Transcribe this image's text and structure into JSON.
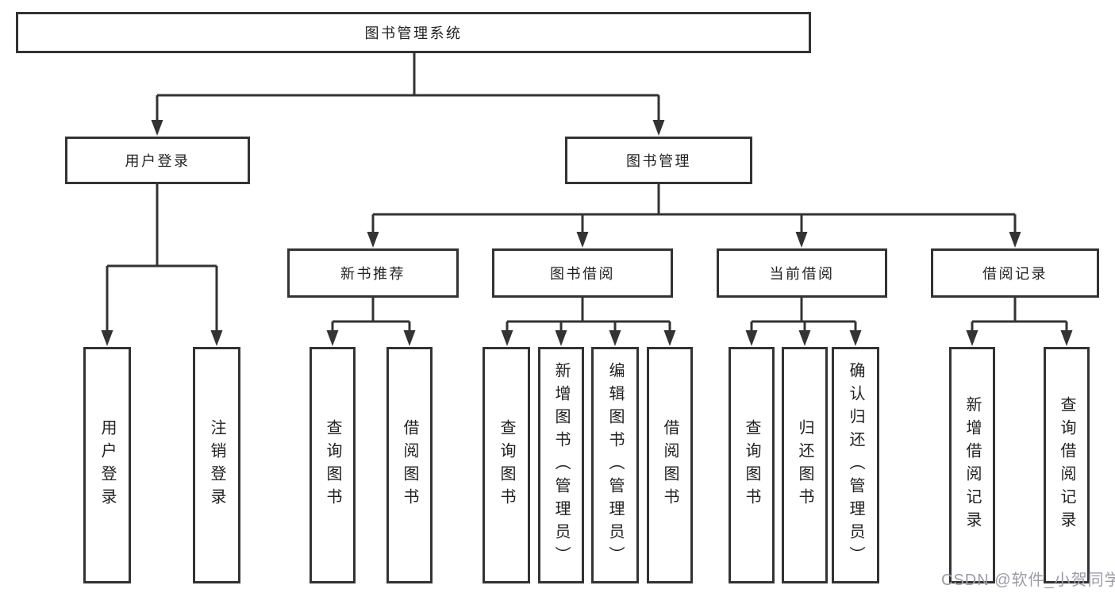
{
  "colors": {
    "line": "#333333",
    "box_border": "#333333",
    "box_background": "#ffffff",
    "text": "#222222",
    "watermark": "#9b9ca7",
    "page_background": "#ffffff"
  },
  "diagram": {
    "type": "tree",
    "root": {
      "label": "图书管理系统"
    },
    "branches": [
      {
        "label": "用户登录",
        "children": [
          {
            "label": "用户登录"
          },
          {
            "label": "注销登录"
          }
        ]
      },
      {
        "label": "图书管理",
        "children": [
          {
            "label": "新书推荐",
            "children": [
              {
                "label": "查询图书"
              },
              {
                "label": "借阅图书"
              }
            ]
          },
          {
            "label": "图书借阅",
            "children": [
              {
                "label": "查询图书"
              },
              {
                "label": "新增图书（管理员）"
              },
              {
                "label": "编辑图书（管理员）"
              },
              {
                "label": "借阅图书"
              }
            ]
          },
          {
            "label": "当前借阅",
            "children": [
              {
                "label": "查询图书"
              },
              {
                "label": "归还图书"
              },
              {
                "label": "确认归还（管理员）"
              }
            ]
          },
          {
            "label": "借阅记录",
            "children": [
              {
                "label": "新增借阅记录"
              },
              {
                "label": "查询借阅记录"
              }
            ]
          }
        ]
      }
    ]
  },
  "watermark": {
    "text": "CSDN @软件_小贺同学"
  }
}
